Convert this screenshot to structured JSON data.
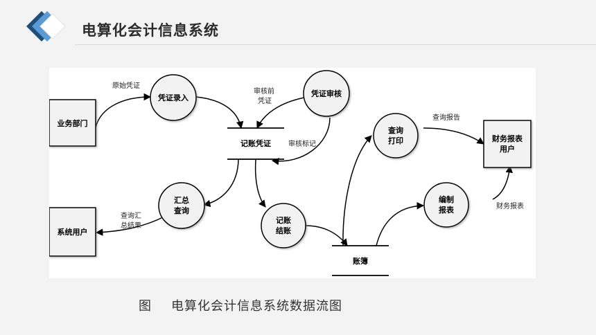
{
  "header": {
    "title": "电算化会计信息系统"
  },
  "diagram": {
    "entities": {
      "business_dept": "业务部门",
      "system_user": "系统用户",
      "report_user_line1": "财务报表",
      "report_user_line2": "用户"
    },
    "processes": {
      "voucher_entry": "凭证录入",
      "voucher_review": "凭证审核",
      "summary_query_line1": "汇总",
      "summary_query_line2": "查询",
      "posting_line1": "记账",
      "posting_line2": "结账",
      "query_print_line1": "查询",
      "query_print_line2": "打印",
      "compile_reports_line1": "编制",
      "compile_reports_line2": "报表"
    },
    "stores": {
      "posting_voucher": "记账凭证",
      "ledger": "账簿"
    },
    "flows": {
      "original_voucher": "原始凭证",
      "pre_review_line1": "审核前",
      "pre_review_line2": "凭证",
      "review_mark": "审核标记",
      "query_summary_line1": "查询汇",
      "query_summary_line2": "总结果",
      "query_report": "查询报告",
      "financial_report": "财务报表"
    }
  },
  "caption": {
    "label": "图",
    "text": "电算化会计信息系统数据流图"
  },
  "colors": {
    "logo_dark": "#1f4e79",
    "logo_light": "#5b9bd5",
    "shape_fill": "#f2f2f2",
    "stroke": "#000000"
  }
}
